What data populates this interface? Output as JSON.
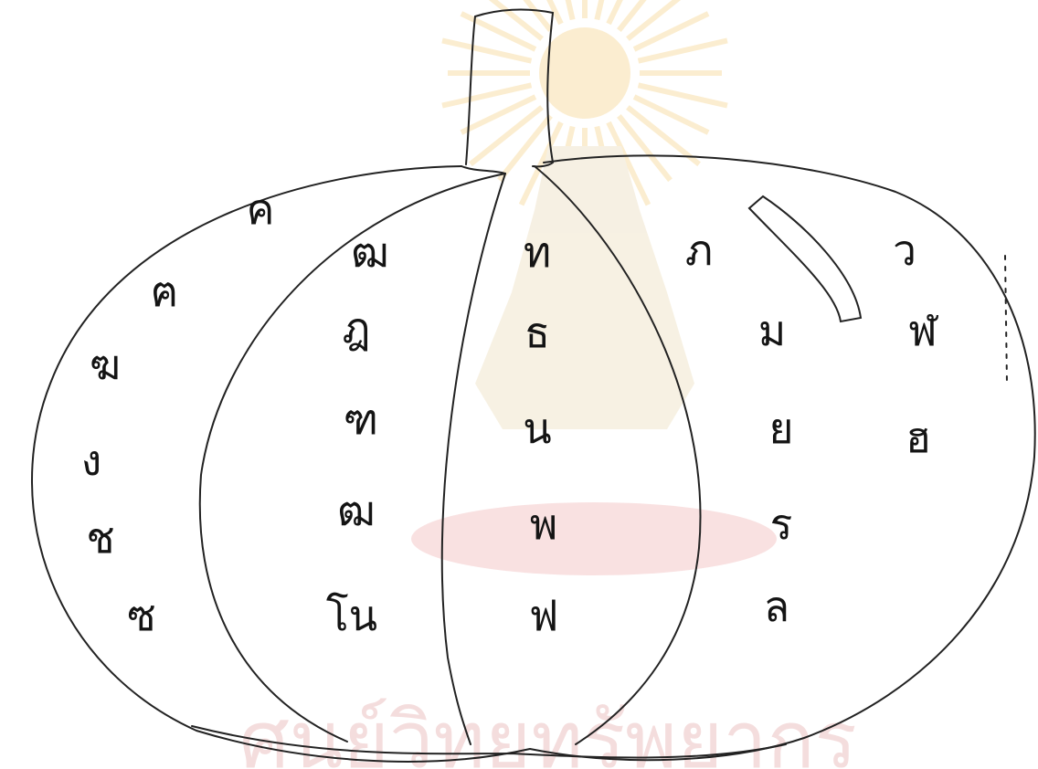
{
  "watermark": {
    "text": "ศูนย์วิทยทรัพยากร",
    "color": "#f3dada",
    "emblem_color": "#fbeccc"
  },
  "ink_color": "#141414",
  "letters": {
    "left_outer": [
      "ค",
      "ฅ",
      "ฆ",
      "ง",
      "ช",
      "ซ"
    ],
    "left_inner": [
      "ฒ",
      "ฎ",
      "ฑ",
      "ฒ",
      "โน"
    ],
    "center": [
      "ท",
      "ธ",
      "น",
      "พ",
      "ฟ"
    ],
    "right_inner": [
      "ภ",
      "ม",
      "ย",
      "ร",
      "ล"
    ],
    "right_outer": [
      "ว",
      "ฬ",
      "ฮ"
    ]
  }
}
